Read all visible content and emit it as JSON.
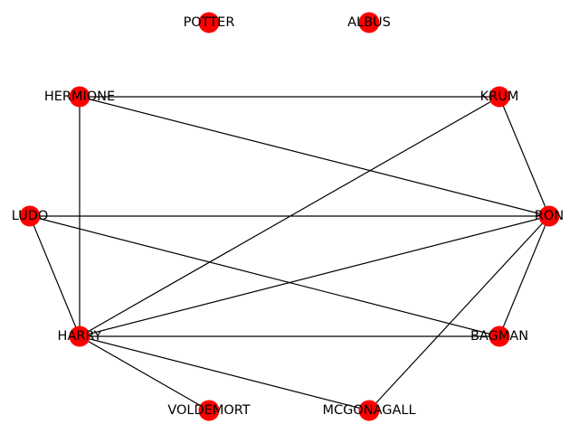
{
  "graph": {
    "node_color": "#ff0000",
    "edge_color": "#000000",
    "nodes": [
      {
        "id": "POTTER",
        "label": "POTTER"
      },
      {
        "id": "ALBUS",
        "label": "ALBUS"
      },
      {
        "id": "HERMIONE",
        "label": "HERMIONE"
      },
      {
        "id": "KRUM",
        "label": "KRUM"
      },
      {
        "id": "LUDO",
        "label": "LUDO"
      },
      {
        "id": "RON",
        "label": "RON"
      },
      {
        "id": "HARRY",
        "label": "HARRY"
      },
      {
        "id": "BAGMAN",
        "label": "BAGMAN"
      },
      {
        "id": "VOLDEMORT",
        "label": "VOLDEMORT"
      },
      {
        "id": "MCGONAGALL",
        "label": "MCGONAGALL"
      }
    ],
    "edges": [
      [
        "HERMIONE",
        "KRUM"
      ],
      [
        "HERMIONE",
        "RON"
      ],
      [
        "HERMIONE",
        "HARRY"
      ],
      [
        "KRUM",
        "RON"
      ],
      [
        "KRUM",
        "HARRY"
      ],
      [
        "LUDO",
        "RON"
      ],
      [
        "LUDO",
        "BAGMAN"
      ],
      [
        "LUDO",
        "HARRY"
      ],
      [
        "RON",
        "HARRY"
      ],
      [
        "RON",
        "BAGMAN"
      ],
      [
        "RON",
        "MCGONAGALL"
      ],
      [
        "HARRY",
        "BAGMAN"
      ],
      [
        "HARRY",
        "VOLDEMORT"
      ],
      [
        "HARRY",
        "MCGONAGALL"
      ]
    ]
  }
}
